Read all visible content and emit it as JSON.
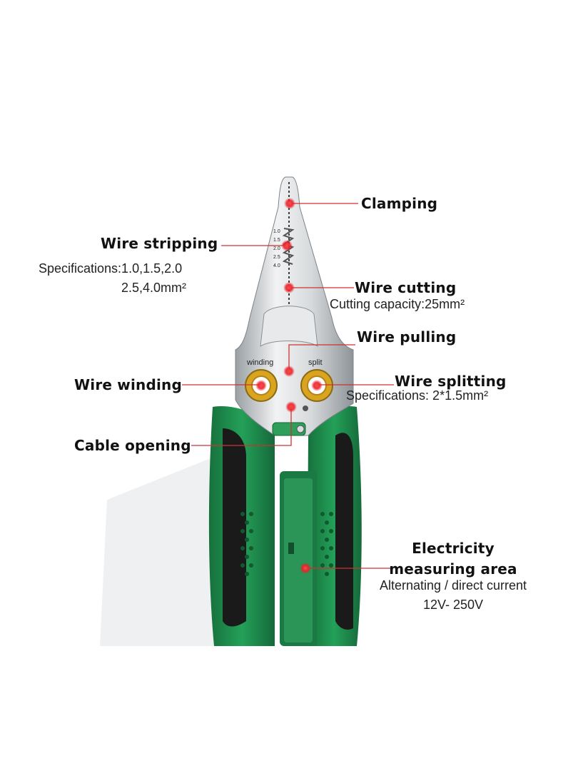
{
  "labels": {
    "clamping": "Clamping",
    "wire_stripping": "Wire stripping",
    "stripping_specs_line1": "Specifications:1.0,1.5,2.0",
    "stripping_specs_line2": "2.5,4.0mm²",
    "wire_cutting": "Wire cutting",
    "cutting_capacity": "Cutting capacity:25mm²",
    "wire_pulling": "Wire pulling",
    "wire_winding": "Wire winding",
    "wire_splitting": "Wire splitting",
    "splitting_specs": "Specifications: 2*1.5mm²",
    "cable_opening": "Cable opening",
    "electricity_line1": "Electricity",
    "electricity_line2": "measuring area",
    "current_type": "Alternating / direct current",
    "voltage_range": "12V- 250V"
  },
  "tool_markings": {
    "winding": "winding",
    "split": "split"
  },
  "colors": {
    "handle_green": "#1e8a4c",
    "handle_black": "#1a1a1a",
    "metal": "#d9dcde",
    "marker_red": "#e8212a",
    "ring_gold": "#d9a521",
    "leader_line": "#cc3333"
  }
}
